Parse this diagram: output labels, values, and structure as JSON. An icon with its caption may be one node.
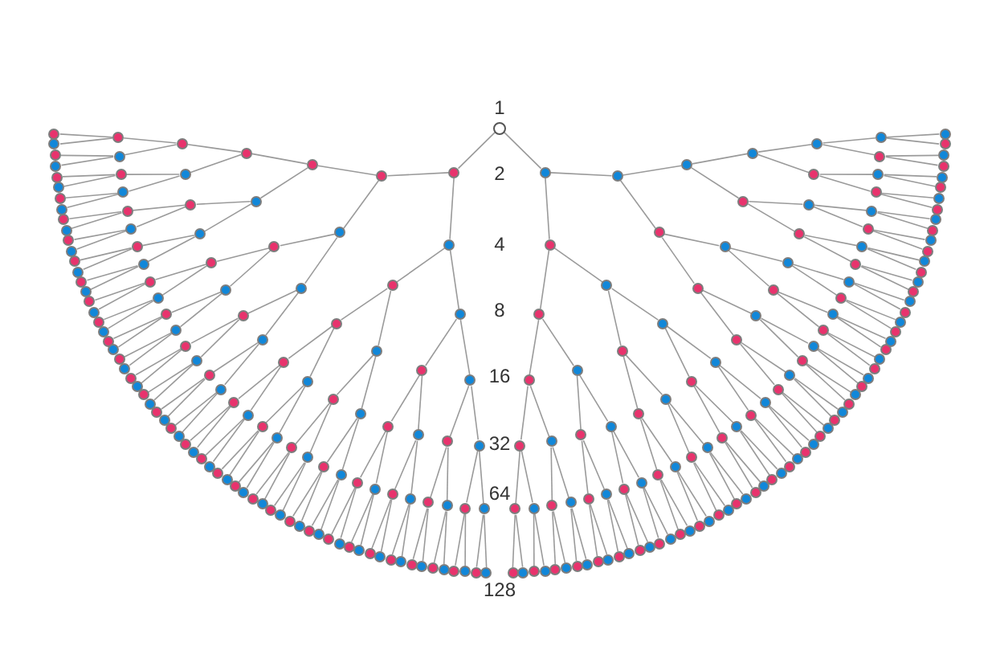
{
  "diagram": {
    "nodes": [
      {
        "text": [],
        "shape": "circle"
      },
      {
        "text": [],
        "shape": "circle"
      },
      {
        "text": [],
        "shape": "circle"
      },
      {
        "text": [],
        "shape": "circle"
      },
      {
        "text": [],
        "shape": "circle"
      },
      {
        "text": [],
        "shape": "circle"
      },
      {
        "text": [],
        "shape": "circle"
      },
      {
        "text": [],
        "shape": "circle"
      },
      {
        "text": [],
        "shape": "circle"
      },
      {
        "text": [],
        "shape": "circle"
      },
      {
        "text": [],
        "shape": "circle"
      },
      {
        "text": [],
        "shape": "circle"
      },
      {
        "text": [],
        "shape": "circle"
      },
      {
        "text": [],
        "shape": "circle"
      },
      {
        "text": [],
        "shape": "circle"
      },
      {
        "text": [],
        "shape": "circle"
      },
      {
        "text": [],
        "shape": "circle"
      },
      {
        "text": [],
        "shape": "circle"
      },
      {
        "text": [],
        "shape": "circle"
      },
      {
        "text": [],
        "shape": "circle"
      },
      {
        "text": [],
        "shape": "circle"
      },
      {
        "text": [],
        "shape": "circle"
      },
      {
        "text": [],
        "shape": "circle"
      },
      {
        "text": [],
        "shape": "circle"
      },
      {
        "text": [],
        "shape": "circle"
      },
      {
        "text": [],
        "shape": "circle"
      },
      {
        "text": [],
        "shape": "circle"
      },
      {
        "text": [],
        "shape": "circle"
      },
      {
        "text": [],
        "shape": "circle"
      },
      {
        "text": [],
        "shape": "circle"
      },
      {
        "text": [],
        "shape": "circle"
      },
      {
        "text": [],
        "shape": "circle"
      },
      {
        "text": [],
        "shape": "circle"
      },
      {
        "text": [],
        "shape": "circle"
      },
      {
        "text": [],
        "shape": "circle"
      },
      {
        "text": [],
        "shape": "circle"
      },
      {
        "text": [],
        "shape": "circle"
      },
      {
        "text": [],
        "shape": "circle"
      },
      {
        "text": [],
        "shape": "circle"
      },
      {
        "text": [],
        "shape": "circle"
      },
      {
        "text": [],
        "shape": "circle"
      },
      {
        "text": [],
        "shape": "circle"
      },
      {
        "text": [],
        "shape": "circle"
      },
      {
        "text": [],
        "shape": "circle"
      },
      {
        "text": [],
        "shape": "circle"
      },
      {
        "text": [],
        "shape": "circle"
      },
      {
        "text": [],
        "shape": "circle"
      },
      {
        "text": [],
        "shape": "circle"
      },
      {
        "text": [],
        "shape": "circle"
      },
      {
        "text": [],
        "shape": "circle"
      },
      {
        "text": [],
        "shape": "circle"
      },
      {
        "text": [],
        "shape": "circle"
      },
      {
        "text": [],
        "shape": "circle"
      },
      {
        "text": [],
        "shape": "circle"
      },
      {
        "text": [],
        "shape": "circle"
      },
      {
        "text": [],
        "shape": "circle"
      },
      {
        "text": [],
        "shape": "circle"
      },
      {
        "text": [],
        "shape": "circle"
      },
      {
        "text": [],
        "shape": "circle"
      },
      {
        "text": [],
        "shape": "circle"
      },
      {
        "text": [],
        "shape": "circle"
      },
      {
        "text": [],
        "shape": "circle"
      },
      {
        "text": [],
        "shape": "circle"
      },
      {
        "text": [],
        "shape": "circle"
      },
      {
        "text": [],
        "shape": "circle"
      },
      {
        "text": [],
        "shape": "circle"
      },
      {
        "text": [],
        "shape": "circle"
      },
      {
        "text": [],
        "shape": "circle"
      },
      {
        "text": [],
        "shape": "circle"
      },
      {
        "text": [],
        "shape": "circle"
      },
      {
        "text": [],
        "shape": "circle"
      },
      {
        "text": [],
        "shape": "circle"
      },
      {
        "text": [],
        "shape": "circle"
      },
      {
        "text": [],
        "shape": "circle"
      },
      {
        "text": [],
        "shape": "circle"
      },
      {
        "text": [],
        "shape": "circle"
      },
      {
        "text": [],
        "shape": "circle"
      },
      {
        "text": [],
        "shape": "circle"
      },
      {
        "text": [],
        "shape": "circle"
      },
      {
        "text": [],
        "shape": "circle"
      },
      {
        "text": [],
        "shape": "circle"
      },
      {
        "text": [],
        "shape": "circle"
      },
      {
        "text": [],
        "shape": "circle"
      },
      {
        "text": [],
        "shape": "circle"
      },
      {
        "text": [],
        "shape": "circle"
      },
      {
        "text": [],
        "shape": "circle"
      },
      {
        "text": [],
        "shape": "circle"
      },
      {
        "text": [],
        "shape": "circle"
      },
      {
        "text": [],
        "shape": "circle"
      },
      {
        "text": [],
        "shape": "circle"
      },
      {
        "text": [],
        "shape": "circle"
      },
      {
        "text": [],
        "shape": "circle"
      },
      {
        "text": [],
        "shape": "circle"
      },
      {
        "text": [],
        "shape": "circle"
      },
      {
        "text": [],
        "shape": "circle"
      },
      {
        "text": [],
        "shape": "circle"
      },
      {
        "text": [],
        "shape": "circle"
      },
      {
        "text": [],
        "shape": "circle"
      },
      {
        "text": [],
        "shape": "circle"
      },
      {
        "text": [],
        "shape": "circle"
      },
      {
        "text": [],
        "shape": "circle"
      },
      {
        "text": [],
        "shape": "circle"
      },
      {
        "text": [],
        "shape": "circle"
      },
      {
        "text": [],
        "shape": "circle"
      },
      {
        "text": [],
        "shape": "circle"
      },
      {
        "text": [],
        "shape": "circle"
      },
      {
        "text": [],
        "shape": "circle"
      },
      {
        "text": [],
        "shape": "circle"
      },
      {
        "text": [],
        "shape": "circle"
      },
      {
        "text": [],
        "shape": "circle"
      },
      {
        "text": [],
        "shape": "circle"
      },
      {
        "text": [],
        "shape": "circle"
      },
      {
        "text": [],
        "shape": "circle"
      },
      {
        "text": [],
        "shape": "circle"
      },
      {
        "text": [],
        "shape": "circle"
      },
      {
        "text": [],
        "shape": "circle"
      },
      {
        "text": [],
        "shape": "circle"
      },
      {
        "text": [],
        "shape": "circle"
      },
      {
        "text": [],
        "shape": "circle"
      },
      {
        "text": [],
        "shape": "circle"
      },
      {
        "text": [],
        "shape": "circle"
      },
      {
        "text": [],
        "shape": "circle"
      },
      {
        "text": [],
        "shape": "circle"
      },
      {
        "text": [],
        "shape": "circle"
      },
      {
        "text": [],
        "shape": "circle"
      },
      {
        "text": [],
        "shape": "circle"
      },
      {
        "text": [],
        "shape": "circle"
      },
      {
        "text": [],
        "shape": "circle"
      },
      {
        "text": [],
        "shape": "circle"
      },
      {
        "text": [],
        "shape": "circle"
      },
      {
        "text": [],
        "shape": "circle"
      },
      {
        "text": [],
        "shape": "circle"
      },
      {
        "text": [],
        "shape": "circle"
      },
      {
        "text": [],
        "shape": "circle"
      },
      {
        "text": [],
        "shape": "circle"
      },
      {
        "text": [],
        "shape": "circle"
      },
      {
        "text": [],
        "shape": "circle"
      },
      {
        "text": [],
        "shape": "circle"
      },
      {
        "text": [],
        "shape": "circle"
      },
      {
        "text": [],
        "shape": "circle"
      },
      {
        "text": [],
        "shape": "circle"
      },
      {
        "text": [],
        "shape": "circle"
      },
      {
        "text": [],
        "shape": "circle"
      },
      {
        "text": [],
        "shape": "circle"
      },
      {
        "text": [],
        "shape": "circle"
      },
      {
        "text": [],
        "shape": "circle"
      },
      {
        "text": [],
        "shape": "circle"
      },
      {
        "text": [],
        "shape": "circle"
      },
      {
        "text": [],
        "shape": "circle"
      },
      {
        "text": [],
        "shape": "circle"
      },
      {
        "text": [],
        "shape": "circle"
      },
      {
        "text": [],
        "shape": "circle"
      },
      {
        "text": [],
        "shape": "circle"
      },
      {
        "text": [],
        "shape": "circle"
      },
      {
        "text": [],
        "shape": "circle"
      },
      {
        "text": [],
        "shape": "circle"
      },
      {
        "text": [],
        "shape": "circle"
      },
      {
        "text": [],
        "shape": "circle"
      },
      {
        "text": [],
        "shape": "circle"
      },
      {
        "text": [],
        "shape": "circle"
      },
      {
        "text": [],
        "shape": "circle"
      },
      {
        "text": [],
        "shape": "circle"
      },
      {
        "text": [],
        "shape": "circle"
      },
      {
        "text": [],
        "shape": "circle"
      },
      {
        "text": [],
        "shape": "circle"
      },
      {
        "text": [],
        "shape": "circle"
      },
      {
        "text": [],
        "shape": "circle"
      },
      {
        "text": [],
        "shape": "circle"
      },
      {
        "text": [],
        "shape": "circle"
      },
      {
        "text": [],
        "shape": "circle"
      },
      {
        "text": [],
        "shape": "circle"
      },
      {
        "text": [],
        "shape": "circle"
      },
      {
        "text": [],
        "shape": "circle"
      },
      {
        "text": [],
        "shape": "circle"
      },
      {
        "text": [],
        "shape": "circle"
      },
      {
        "text": [],
        "shape": "circle"
      },
      {
        "text": [],
        "shape": "circle"
      },
      {
        "text": [],
        "shape": "circle"
      },
      {
        "text": [],
        "shape": "circle"
      },
      {
        "text": [],
        "shape": "circle"
      },
      {
        "text": [],
        "shape": "circle"
      },
      {
        "text": [],
        "shape": "circle"
      },
      {
        "text": [],
        "shape": "circle"
      },
      {
        "text": [],
        "shape": "circle"
      },
      {
        "text": [],
        "shape": "circle"
      },
      {
        "text": [],
        "shape": "circle"
      },
      {
        "text": [],
        "shape": "circle"
      },
      {
        "text": [],
        "shape": "circle"
      },
      {
        "text": [],
        "shape": "circle"
      },
      {
        "text": [],
        "shape": "circle"
      },
      {
        "text": [],
        "shape": "circle"
      },
      {
        "text": [],
        "shape": "circle"
      },
      {
        "text": [],
        "shape": "circle"
      },
      {
        "text": [],
        "shape": "circle"
      },
      {
        "text": [],
        "shape": "circle"
      },
      {
        "text": [],
        "shape": "circle"
      },
      {
        "text": [],
        "shape": "circle"
      },
      {
        "text": [],
        "shape": "circle"
      },
      {
        "text": [],
        "shape": "circle"
      },
      {
        "text": [],
        "shape": "circle"
      },
      {
        "text": [],
        "shape": "circle"
      },
      {
        "text": [],
        "shape": "circle"
      },
      {
        "text": [],
        "shape": "circle"
      },
      {
        "text": [],
        "shape": "circle"
      },
      {
        "text": [],
        "shape": "circle"
      },
      {
        "text": [],
        "shape": "circle"
      },
      {
        "text": [],
        "shape": "circle"
      },
      {
        "text": [],
        "shape": "circle"
      },
      {
        "text": [],
        "shape": "circle"
      },
      {
        "text": [],
        "shape": "circle"
      },
      {
        "text": [],
        "shape": "circle"
      },
      {
        "text": [],
        "shape": "circle"
      },
      {
        "text": [],
        "shape": "circle"
      },
      {
        "text": [],
        "shape": "circle"
      },
      {
        "text": [],
        "shape": "circle"
      },
      {
        "text": [],
        "shape": "circle"
      },
      {
        "text": [],
        "shape": "circle"
      },
      {
        "text": [],
        "shape": "circle"
      },
      {
        "text": [],
        "shape": "circle"
      },
      {
        "text": [],
        "shape": "circle"
      },
      {
        "text": [],
        "shape": "circle"
      },
      {
        "text": [],
        "shape": "circle"
      },
      {
        "text": [],
        "shape": "circle"
      },
      {
        "text": [],
        "shape": "circle"
      },
      {
        "text": [],
        "shape": "circle"
      },
      {
        "text": [],
        "shape": "circle"
      },
      {
        "text": [],
        "shape": "circle"
      },
      {
        "text": [],
        "shape": "circle"
      },
      {
        "text": [],
        "shape": "circle"
      },
      {
        "text": [],
        "shape": "circle"
      },
      {
        "text": [],
        "shape": "circle"
      },
      {
        "text": [],
        "shape": "circle"
      },
      {
        "text": [],
        "shape": "circle"
      },
      {
        "text": [],
        "shape": "circle"
      },
      {
        "text": [],
        "shape": "circle"
      },
      {
        "text": [],
        "shape": "circle"
      },
      {
        "text": [],
        "shape": "circle"
      },
      {
        "text": [],
        "shape": "circle"
      },
      {
        "text": [],
        "shape": "circle"
      },
      {
        "text": [],
        "shape": "circle"
      },
      {
        "text": [],
        "shape": "circle"
      },
      {
        "text": [],
        "shape": "circle"
      },
      {
        "text": [],
        "shape": "circle"
      },
      {
        "text": [],
        "shape": "circle"
      },
      {
        "text": [],
        "shape": "circle"
      },
      {
        "text": [],
        "shape": "circle"
      },
      {
        "text": [],
        "shape": "circle"
      },
      {
        "text": [],
        "shape": "circle"
      },
      {
        "text": [],
        "shape": "circle"
      },
      {
        "text": [],
        "shape": "circle"
      },
      {
        "text": [],
        "shape": "circle"
      },
      {
        "text": [],
        "shape": "circle"
      },
      {
        "text": [],
        "shape": "circle"
      },
      {
        "text": [],
        "shape": "circle"
      },
      {
        "text": [],
        "shape": "circle"
      }
    ],
    "edges": [
      {
        "from": 0,
        "to": 1,
        "arrow": "none"
      },
      {
        "from": 0,
        "to": 2,
        "arrow": "none"
      },
      {
        "from": 1,
        "to": 3,
        "arrow": "none"
      },
      {
        "from": 1,
        "to": 4,
        "arrow": "none"
      },
      {
        "from": 2,
        "to": 5,
        "arrow": "none"
      },
      {
        "from": 2,
        "to": 6,
        "arrow": "none"
      },
      {
        "from": 3,
        "to": 7,
        "arrow": "none"
      },
      {
        "from": 3,
        "to": 8,
        "arrow": "none"
      },
      {
        "from": 4,
        "to": 9,
        "arrow": "none"
      },
      {
        "from": 4,
        "to": 10,
        "arrow": "none"
      },
      {
        "from": 5,
        "to": 11,
        "arrow": "none"
      },
      {
        "from": 5,
        "to": 12,
        "arrow": "none"
      },
      {
        "from": 6,
        "to": 13,
        "arrow": "none"
      },
      {
        "from": 6,
        "to": 14,
        "arrow": "none"
      },
      {
        "from": 7,
        "to": 15,
        "arrow": "none"
      },
      {
        "from": 7,
        "to": 16,
        "arrow": "none"
      },
      {
        "from": 8,
        "to": 17,
        "arrow": "none"
      },
      {
        "from": 8,
        "to": 18,
        "arrow": "none"
      },
      {
        "from": 9,
        "to": 19,
        "arrow": "none"
      },
      {
        "from": 9,
        "to": 20,
        "arrow": "none"
      },
      {
        "from": 10,
        "to": 21,
        "arrow": "none"
      },
      {
        "from": 10,
        "to": 22,
        "arrow": "none"
      },
      {
        "from": 11,
        "to": 23,
        "arrow": "none"
      },
      {
        "from": 11,
        "to": 24,
        "arrow": "none"
      },
      {
        "from": 12,
        "to": 25,
        "arrow": "none"
      },
      {
        "from": 12,
        "to": 26,
        "arrow": "none"
      },
      {
        "from": 13,
        "to": 27,
        "arrow": "none"
      },
      {
        "from": 13,
        "to": 28,
        "arrow": "none"
      },
      {
        "from": 14,
        "to": 29,
        "arrow": "none"
      },
      {
        "from": 14,
        "to": 30,
        "arrow": "none"
      },
      {
        "from": 15,
        "to": 31,
        "arrow": "none"
      },
      {
        "from": 15,
        "to": 32,
        "arrow": "none"
      },
      {
        "from": 16,
        "to": 33,
        "arrow": "none"
      },
      {
        "from": 16,
        "to": 34,
        "arrow": "none"
      },
      {
        "from": 17,
        "to": 35,
        "arrow": "none"
      },
      {
        "from": 17,
        "to": 36,
        "arrow": "none"
      },
      {
        "from": 18,
        "to": 37,
        "arrow": "none"
      },
      {
        "from": 18,
        "to": 38,
        "arrow": "none"
      },
      {
        "from": 19,
        "to": 39,
        "arrow": "none"
      },
      {
        "from": 19,
        "to": 40,
        "arrow": "none"
      },
      {
        "from": 20,
        "to": 41,
        "arrow": "none"
      },
      {
        "from": 20,
        "to": 42,
        "arrow": "none"
      },
      {
        "from": 21,
        "to": 43,
        "arrow": "none"
      },
      {
        "from": 21,
        "to": 44,
        "arrow": "none"
      },
      {
        "from": 22,
        "to": 45,
        "arrow": "none"
      },
      {
        "from": 22,
        "to": 46,
        "arrow": "none"
      },
      {
        "from": 23,
        "to": 47,
        "arrow": "none"
      },
      {
        "from": 23,
        "to": 48,
        "arrow": "none"
      },
      {
        "from": 24,
        "to": 49,
        "arrow": "none"
      },
      {
        "from": 24,
        "to": 50,
        "arrow": "none"
      },
      {
        "from": 25,
        "to": 51,
        "arrow": "none"
      },
      {
        "from": 25,
        "to": 52,
        "arrow": "none"
      },
      {
        "from": 26,
        "to": 53,
        "arrow": "none"
      },
      {
        "from": 26,
        "to": 54,
        "arrow": "none"
      },
      {
        "from": 27,
        "to": 55,
        "arrow": "none"
      },
      {
        "from": 27,
        "to": 56,
        "arrow": "none"
      },
      {
        "from": 28,
        "to": 57,
        "arrow": "none"
      },
      {
        "from": 28,
        "to": 58,
        "arrow": "none"
      },
      {
        "from": 29,
        "to": 59,
        "arrow": "none"
      },
      {
        "from": 29,
        "to": 60,
        "arrow": "none"
      },
      {
        "from": 30,
        "to": 61,
        "arrow": "none"
      },
      {
        "from": 30,
        "to": 62,
        "arrow": "none"
      },
      {
        "from": 31,
        "to": 63,
        "arrow": "none"
      },
      {
        "from": 31,
        "to": 64,
        "arrow": "none"
      },
      {
        "from": 32,
        "to": 65,
        "arrow": "none"
      },
      {
        "from": 32,
        "to": 66,
        "arrow": "none"
      },
      {
        "from": 33,
        "to": 67,
        "arrow": "none"
      },
      {
        "from": 33,
        "to": 68,
        "arrow": "none"
      },
      {
        "from": 34,
        "to": 69,
        "arrow": "none"
      },
      {
        "from": 34,
        "to": 70,
        "arrow": "none"
      },
      {
        "from": 35,
        "to": 71,
        "arrow": "none"
      },
      {
        "from": 35,
        "to": 72,
        "arrow": "none"
      },
      {
        "from": 36,
        "to": 73,
        "arrow": "none"
      },
      {
        "from": 36,
        "to": 74,
        "arrow": "none"
      },
      {
        "from": 37,
        "to": 75,
        "arrow": "none"
      },
      {
        "from": 37,
        "to": 76,
        "arrow": "none"
      },
      {
        "from": 38,
        "to": 77,
        "arrow": "none"
      },
      {
        "from": 38,
        "to": 78,
        "arrow": "none"
      },
      {
        "from": 39,
        "to": 79,
        "arrow": "none"
      },
      {
        "from": 39,
        "to": 80,
        "arrow": "none"
      },
      {
        "from": 40,
        "to": 81,
        "arrow": "none"
      },
      {
        "from": 40,
        "to": 82,
        "arrow": "none"
      },
      {
        "from": 41,
        "to": 83,
        "arrow": "none"
      },
      {
        "from": 41,
        "to": 84,
        "arrow": "none"
      },
      {
        "from": 42,
        "to": 85,
        "arrow": "none"
      },
      {
        "from": 42,
        "to": 86,
        "arrow": "none"
      },
      {
        "from": 43,
        "to": 87,
        "arrow": "none"
      },
      {
        "from": 43,
        "to": 88,
        "arrow": "none"
      },
      {
        "from": 44,
        "to": 89,
        "arrow": "none"
      },
      {
        "from": 44,
        "to": 90,
        "arrow": "none"
      },
      {
        "from": 45,
        "to": 91,
        "arrow": "none"
      },
      {
        "from": 45,
        "to": 92,
        "arrow": "none"
      },
      {
        "from": 46,
        "to": 93,
        "arrow": "none"
      },
      {
        "from": 46,
        "to": 94,
        "arrow": "none"
      },
      {
        "from": 47,
        "to": 95,
        "arrow": "none"
      },
      {
        "from": 47,
        "to": 96,
        "arrow": "none"
      },
      {
        "from": 48,
        "to": 97,
        "arrow": "none"
      },
      {
        "from": 48,
        "to": 98,
        "arrow": "none"
      },
      {
        "from": 49,
        "to": 99,
        "arrow": "none"
      },
      {
        "from": 49,
        "to": 100,
        "arrow": "none"
      },
      {
        "from": 50,
        "to": 101,
        "arrow": "none"
      },
      {
        "from": 50,
        "to": 102,
        "arrow": "none"
      },
      {
        "from": 51,
        "to": 103,
        "arrow": "none"
      },
      {
        "from": 51,
        "to": 104,
        "arrow": "none"
      },
      {
        "from": 52,
        "to": 105,
        "arrow": "none"
      },
      {
        "from": 52,
        "to": 106,
        "arrow": "none"
      },
      {
        "from": 53,
        "to": 107,
        "arrow": "none"
      },
      {
        "from": 53,
        "to": 108,
        "arrow": "none"
      },
      {
        "from": 54,
        "to": 109,
        "arrow": "none"
      },
      {
        "from": 54,
        "to": 110,
        "arrow": "none"
      },
      {
        "from": 55,
        "to": 111,
        "arrow": "none"
      },
      {
        "from": 55,
        "to": 112,
        "arrow": "none"
      },
      {
        "from": 56,
        "to": 113,
        "arrow": "none"
      },
      {
        "from": 56,
        "to": 114,
        "arrow": "none"
      },
      {
        "from": 57,
        "to": 115,
        "arrow": "none"
      },
      {
        "from": 57,
        "to": 116,
        "arrow": "none"
      },
      {
        "from": 58,
        "to": 117,
        "arrow": "none"
      },
      {
        "from": 58,
        "to": 118,
        "arrow": "none"
      },
      {
        "from": 59,
        "to": 119,
        "arrow": "none"
      },
      {
        "from": 59,
        "to": 120,
        "arrow": "none"
      },
      {
        "from": 60,
        "to": 121,
        "arrow": "none"
      },
      {
        "from": 60,
        "to": 122,
        "arrow": "none"
      },
      {
        "from": 61,
        "to": 123,
        "arrow": "none"
      },
      {
        "from": 61,
        "to": 124,
        "arrow": "none"
      },
      {
        "from": 62,
        "to": 125,
        "arrow": "none"
      },
      {
        "from": 62,
        "to": 126,
        "arrow": "none"
      },
      {
        "from": 63,
        "to": 127,
        "arrow": "none"
      },
      {
        "from": 63,
        "to": 128,
        "arrow": "none"
      },
      {
        "from": 64,
        "to": 129,
        "arrow": "none"
      },
      {
        "from": 64,
        "to": 130,
        "arrow": "none"
      },
      {
        "from": 65,
        "to": 131,
        "arrow": "none"
      },
      {
        "from": 65,
        "to": 132,
        "arrow": "none"
      },
      {
        "from": 66,
        "to": 133,
        "arrow": "none"
      },
      {
        "from": 66,
        "to": 134,
        "arrow": "none"
      },
      {
        "from": 67,
        "to": 135,
        "arrow": "none"
      },
      {
        "from": 67,
        "to": 136,
        "arrow": "none"
      },
      {
        "from": 68,
        "to": 137,
        "arrow": "none"
      },
      {
        "from": 68,
        "to": 138,
        "arrow": "none"
      },
      {
        "from": 69,
        "to": 139,
        "arrow": "none"
      },
      {
        "from": 69,
        "to": 140,
        "arrow": "none"
      },
      {
        "from": 70,
        "to": 141,
        "arrow": "none"
      },
      {
        "from": 70,
        "to": 142,
        "arrow": "none"
      },
      {
        "from": 71,
        "to": 143,
        "arrow": "none"
      },
      {
        "from": 71,
        "to": 144,
        "arrow": "none"
      },
      {
        "from": 72,
        "to": 145,
        "arrow": "none"
      },
      {
        "from": 72,
        "to": 146,
        "arrow": "none"
      },
      {
        "from": 73,
        "to": 147,
        "arrow": "none"
      },
      {
        "from": 73,
        "to": 148,
        "arrow": "none"
      },
      {
        "from": 74,
        "to": 149,
        "arrow": "none"
      },
      {
        "from": 74,
        "to": 150,
        "arrow": "none"
      },
      {
        "from": 75,
        "to": 151,
        "arrow": "none"
      },
      {
        "from": 75,
        "to": 152,
        "arrow": "none"
      },
      {
        "from": 76,
        "to": 153,
        "arrow": "none"
      },
      {
        "from": 76,
        "to": 154,
        "arrow": "none"
      },
      {
        "from": 77,
        "to": 155,
        "arrow": "none"
      },
      {
        "from": 77,
        "to": 156,
        "arrow": "none"
      },
      {
        "from": 78,
        "to": 157,
        "arrow": "none"
      },
      {
        "from": 78,
        "to": 158,
        "arrow": "none"
      },
      {
        "from": 79,
        "to": 159,
        "arrow": "none"
      },
      {
        "from": 79,
        "to": 160,
        "arrow": "none"
      },
      {
        "from": 80,
        "to": 161,
        "arrow": "none"
      },
      {
        "from": 80,
        "to": 162,
        "arrow": "none"
      },
      {
        "from": 81,
        "to": 163,
        "arrow": "none"
      },
      {
        "from": 81,
        "to": 164,
        "arrow": "none"
      },
      {
        "from": 82,
        "to": 165,
        "arrow": "none"
      },
      {
        "from": 82,
        "to": 166,
        "arrow": "none"
      },
      {
        "from": 83,
        "to": 167,
        "arrow": "none"
      },
      {
        "from": 83,
        "to": 168,
        "arrow": "none"
      },
      {
        "from": 84,
        "to": 169,
        "arrow": "none"
      },
      {
        "from": 84,
        "to": 170,
        "arrow": "none"
      },
      {
        "from": 85,
        "to": 171,
        "arrow": "none"
      },
      {
        "from": 85,
        "to": 172,
        "arrow": "none"
      },
      {
        "from": 86,
        "to": 173,
        "arrow": "none"
      },
      {
        "from": 86,
        "to": 174,
        "arrow": "none"
      },
      {
        "from": 87,
        "to": 175,
        "arrow": "none"
      },
      {
        "from": 87,
        "to": 176,
        "arrow": "none"
      },
      {
        "from": 88,
        "to": 177,
        "arrow": "none"
      },
      {
        "from": 88,
        "to": 178,
        "arrow": "none"
      },
      {
        "from": 89,
        "to": 179,
        "arrow": "none"
      },
      {
        "from": 89,
        "to": 180,
        "arrow": "none"
      },
      {
        "from": 90,
        "to": 181,
        "arrow": "none"
      },
      {
        "from": 90,
        "to": 182,
        "arrow": "none"
      },
      {
        "from": 91,
        "to": 183,
        "arrow": "none"
      },
      {
        "from": 91,
        "to": 184,
        "arrow": "none"
      },
      {
        "from": 92,
        "to": 185,
        "arrow": "none"
      },
      {
        "from": 92,
        "to": 186,
        "arrow": "none"
      },
      {
        "from": 93,
        "to": 187,
        "arrow": "none"
      },
      {
        "from": 93,
        "to": 188,
        "arrow": "none"
      },
      {
        "from": 94,
        "to": 189,
        "arrow": "none"
      },
      {
        "from": 94,
        "to": 190,
        "arrow": "none"
      },
      {
        "from": 95,
        "to": 191,
        "arrow": "none"
      },
      {
        "from": 95,
        "to": 192,
        "arrow": "none"
      },
      {
        "from": 96,
        "to": 193,
        "arrow": "none"
      },
      {
        "from": 96,
        "to": 194,
        "arrow": "none"
      },
      {
        "from": 97,
        "to": 195,
        "arrow": "none"
      },
      {
        "from": 97,
        "to": 196,
        "arrow": "none"
      },
      {
        "from": 98,
        "to": 197,
        "arrow": "none"
      },
      {
        "from": 98,
        "to": 198,
        "arrow": "none"
      },
      {
        "from": 99,
        "to": 199,
        "arrow": "none"
      },
      {
        "from": 99,
        "to": 200,
        "arrow": "none"
      },
      {
        "from": 100,
        "to": 201,
        "arrow": "none"
      },
      {
        "from": 100,
        "to": 202,
        "arrow": "none"
      },
      {
        "from": 101,
        "to": 203,
        "arrow": "none"
      },
      {
        "from": 101,
        "to": 204,
        "arrow": "none"
      },
      {
        "from": 102,
        "to": 205,
        "arrow": "none"
      },
      {
        "from": 102,
        "to": 206,
        "arrow": "none"
      },
      {
        "from": 103,
        "to": 207,
        "arrow": "none"
      },
      {
        "from": 103,
        "to": 208,
        "arrow": "none"
      },
      {
        "from": 104,
        "to": 209,
        "arrow": "none"
      },
      {
        "from": 104,
        "to": 210,
        "arrow": "none"
      },
      {
        "from": 105,
        "to": 211,
        "arrow": "none"
      },
      {
        "from": 105,
        "to": 212,
        "arrow": "none"
      },
      {
        "from": 106,
        "to": 213,
        "arrow": "none"
      },
      {
        "from": 106,
        "to": 214,
        "arrow": "none"
      },
      {
        "from": 107,
        "to": 215,
        "arrow": "none"
      },
      {
        "from": 107,
        "to": 216,
        "arrow": "none"
      },
      {
        "from": 108,
        "to": 217,
        "arrow": "none"
      },
      {
        "from": 108,
        "to": 218,
        "arrow": "none"
      },
      {
        "from": 109,
        "to": 219,
        "arrow": "none"
      },
      {
        "from": 109,
        "to": 220,
        "arrow": "none"
      },
      {
        "from": 110,
        "to": 221,
        "arrow": "none"
      },
      {
        "from": 110,
        "to": 222,
        "arrow": "none"
      },
      {
        "from": 111,
        "to": 223,
        "arrow": "none"
      },
      {
        "from": 111,
        "to": 224,
        "arrow": "none"
      },
      {
        "from": 112,
        "to": 225,
        "arrow": "none"
      },
      {
        "from": 112,
        "to": 226,
        "arrow": "none"
      },
      {
        "from": 113,
        "to": 227,
        "arrow": "none"
      },
      {
        "from": 113,
        "to": 228,
        "arrow": "none"
      },
      {
        "from": 114,
        "to": 229,
        "arrow": "none"
      },
      {
        "from": 114,
        "to": 230,
        "arrow": "none"
      },
      {
        "from": 115,
        "to": 231,
        "arrow": "none"
      },
      {
        "from": 115,
        "to": 232,
        "arrow": "none"
      },
      {
        "from": 116,
        "to": 233,
        "arrow": "none"
      },
      {
        "from": 116,
        "to": 234,
        "arrow": "none"
      },
      {
        "from": 117,
        "to": 235,
        "arrow": "none"
      },
      {
        "from": 117,
        "to": 236,
        "arrow": "none"
      },
      {
        "from": 118,
        "to": 237,
        "arrow": "none"
      },
      {
        "from": 118,
        "to": 238,
        "arrow": "none"
      },
      {
        "from": 119,
        "to": 239,
        "arrow": "none"
      },
      {
        "from": 119,
        "to": 240,
        "arrow": "none"
      },
      {
        "from": 120,
        "to": 241,
        "arrow": "none"
      },
      {
        "from": 120,
        "to": 242,
        "arrow": "none"
      },
      {
        "from": 121,
        "to": 243,
        "arrow": "none"
      },
      {
        "from": 121,
        "to": 244,
        "arrow": "none"
      },
      {
        "from": 122,
        "to": 245,
        "arrow": "none"
      },
      {
        "from": 122,
        "to": 246,
        "arrow": "none"
      },
      {
        "from": 123,
        "to": 247,
        "arrow": "none"
      },
      {
        "from": 123,
        "to": 248,
        "arrow": "none"
      },
      {
        "from": 124,
        "to": 249,
        "arrow": "none"
      },
      {
        "from": 124,
        "to": 250,
        "arrow": "none"
      },
      {
        "from": 125,
        "to": 251,
        "arrow": "none"
      },
      {
        "from": 125,
        "to": 252,
        "arrow": "none"
      },
      {
        "from": 126,
        "to": 253,
        "arrow": "none"
      },
      {
        "from": 126,
        "to": 254,
        "arrow": "none"
      }
    ],
    "labels": [
      "1",
      "2",
      "4",
      "8",
      "16",
      "32",
      "64",
      "128"
    ]
  }
}
